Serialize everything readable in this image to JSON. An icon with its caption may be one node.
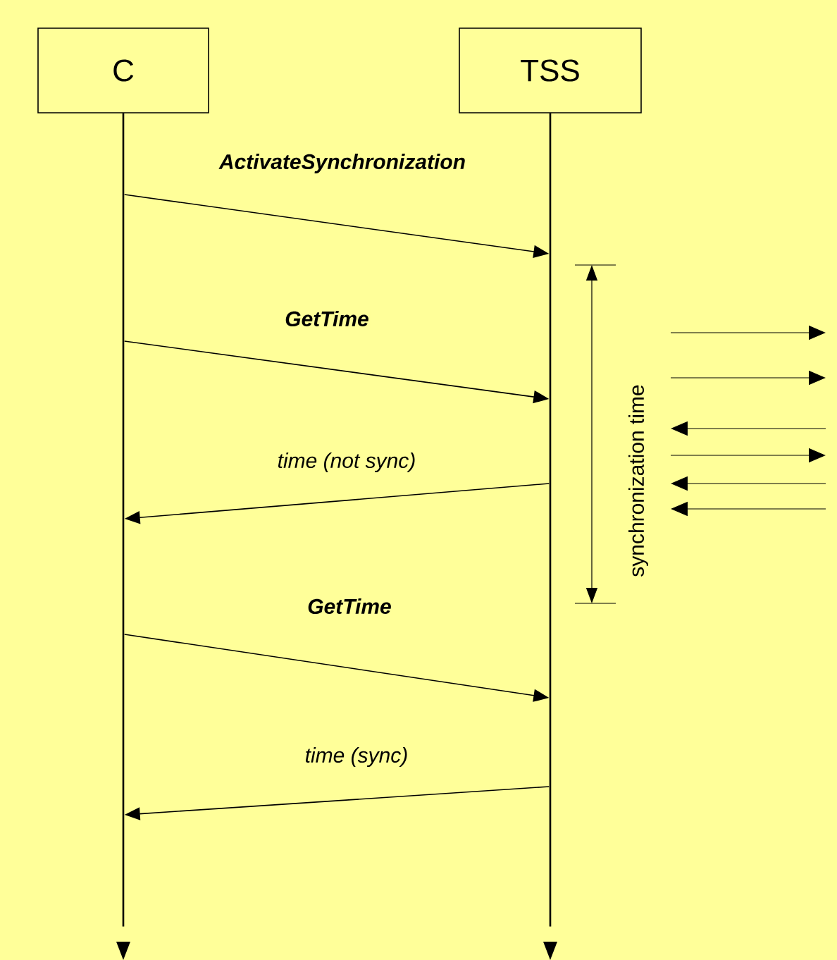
{
  "diagram": {
    "nodes": [
      {
        "text": [
          "C"
        ]
      },
      {
        "text": [
          "TSS"
        ]
      },
      {
        "text": [],
        "shape": "line"
      },
      {
        "text": [],
        "shape": "line"
      }
    ],
    "edges": [
      {
        "from": 2,
        "to": 3,
        "arrow": "to",
        "label": "ActivateSynchronization"
      },
      {
        "from": 2,
        "to": 3,
        "arrow": "to",
        "label": "GetTime"
      },
      {
        "from": 3,
        "to": 2,
        "arrow": "to",
        "label": "time (not sync)"
      },
      {
        "from": 2,
        "to": 3,
        "arrow": "to",
        "label": "GetTime"
      },
      {
        "from": 3,
        "to": 2,
        "arrow": "to",
        "label": "time (sync)"
      }
    ],
    "labels": [
      "synchronization time"
    ]
  }
}
